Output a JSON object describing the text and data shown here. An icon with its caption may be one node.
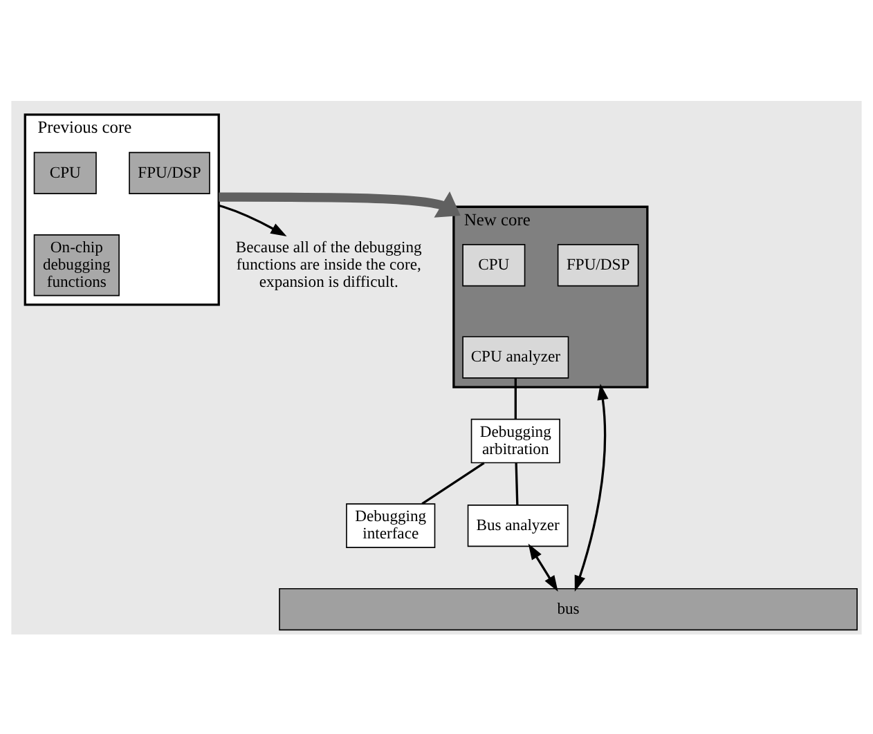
{
  "diagram": {
    "nodes": [
      {
        "text": [
          "Previous core"
        ]
      },
      {
        "text": [
          "CPU"
        ],
        "in": 0
      },
      {
        "text": [
          "FPU/DSP"
        ],
        "in": 0
      },
      {
        "text": [
          "On-chip debugging functions"
        ],
        "in": 0
      },
      {
        "text": [
          "Because all of the debugging functions are inside the core, expansion is difficult."
        ]
      },
      {
        "text": [
          "New core"
        ]
      },
      {
        "text": [
          "CPU"
        ],
        "in": 5
      },
      {
        "text": [
          "FPU/DSP"
        ],
        "in": 5
      },
      {
        "text": [
          "CPU analyzer"
        ],
        "in": 5
      },
      {
        "text": [
          "Debugging arbitration"
        ]
      },
      {
        "text": [
          "Debugging interface"
        ]
      },
      {
        "text": [
          "Bus analyzer"
        ]
      },
      {
        "text": [
          "bus"
        ]
      }
    ],
    "edges": [
      {
        "from": 0,
        "to": 4,
        "arrow": "to"
      },
      {
        "from": 0,
        "to": 5,
        "arrow": "to",
        "style": "thick",
        "color": "#606060"
      },
      {
        "from": 8,
        "to": 9,
        "arrow": "none"
      },
      {
        "from": 9,
        "to": 10,
        "arrow": "none"
      },
      {
        "from": 9,
        "to": 11,
        "arrow": "none"
      },
      {
        "from": 5,
        "to": 12,
        "arrow": "both"
      },
      {
        "from": 11,
        "to": 12,
        "arrow": "both"
      }
    ]
  }
}
